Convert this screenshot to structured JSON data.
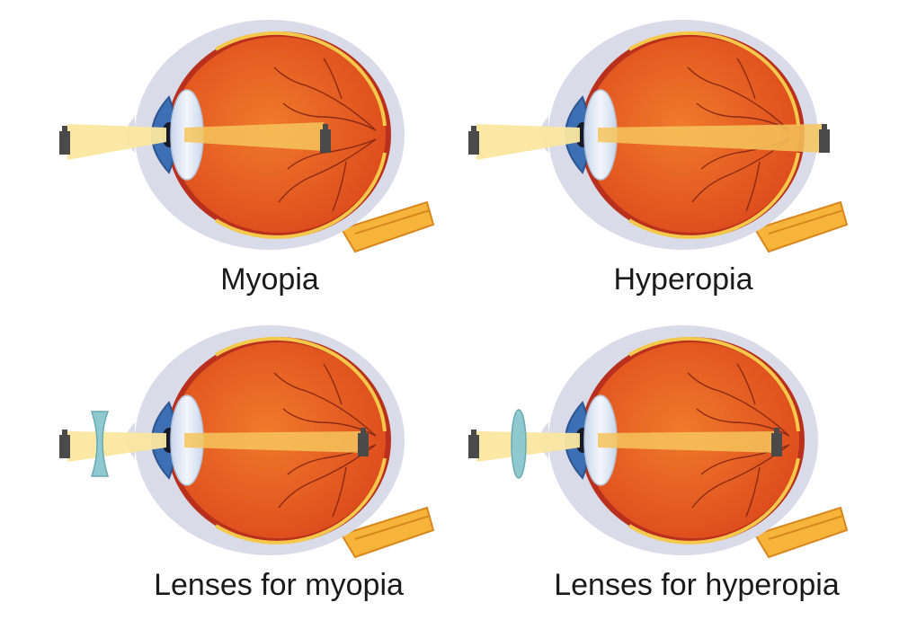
{
  "panels": [
    {
      "caption": "Myopia",
      "condition": "myopia",
      "lens": "none"
    },
    {
      "caption": "Hyperopia",
      "condition": "hyperopia",
      "lens": "none"
    },
    {
      "caption": "Lenses for myopia",
      "condition": "myopia",
      "lens": "concave"
    },
    {
      "caption": "Lenses for hyperopia",
      "condition": "hyperopia",
      "lens": "convex"
    }
  ],
  "colors": {
    "sclera_outer": "#d9dbe8",
    "eyeball": "#e9551e",
    "eyeball_edge": "#b9311d",
    "retina_line": "#f4c84a",
    "cornea": "#3d6fb5",
    "lens": "#e3ecf7",
    "light_beam": "#fbe7a0",
    "optic_nerve": "#f6b53a",
    "vessel": "#8a2a16",
    "object": "#4a4a4a",
    "corrective_lens": "#8fc9d0"
  }
}
